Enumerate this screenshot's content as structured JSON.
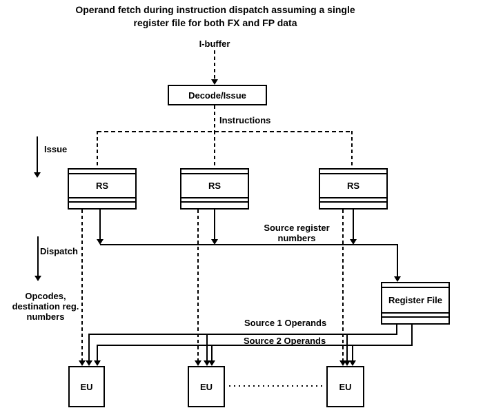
{
  "title": {
    "lines": [
      "Operand fetch during instruction dispatch assuming a single",
      "register file for both FX and FP data"
    ]
  },
  "labels": {
    "ibuffer": "I-buffer",
    "instructions": "Instructions",
    "issue": "Issue",
    "dispatch": "Dispatch",
    "source_register_numbers_lines": [
      "Source register",
      "numbers"
    ],
    "opcodes_lines": [
      "Opcodes,",
      "destination reg.",
      "numbers"
    ],
    "source1_operands": "Source 1 Operands",
    "source2_operands": "Source 2 Operands"
  },
  "boxes": {
    "decode_issue": "Decode/Issue",
    "rs": "RS",
    "register_file": "Register File",
    "eu": "EU"
  },
  "colors": {
    "line": "#000000",
    "text": "#000000",
    "background": "#ffffff"
  }
}
